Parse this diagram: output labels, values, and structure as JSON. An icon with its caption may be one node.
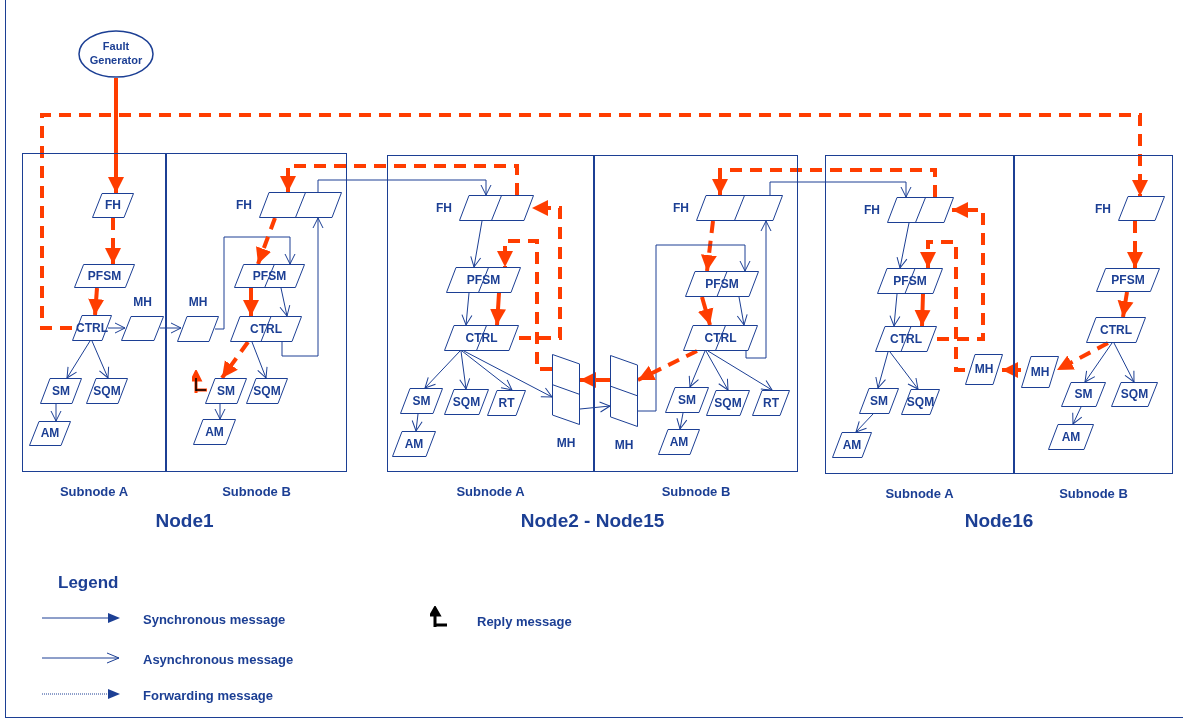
{
  "diagram": {
    "nodes": [
      {
        "text": [
          "Fault Generator"
        ]
      },
      {
        "text": [
          "Node1"
        ]
      },
      {
        "text": [
          "Subnode A"
        ],
        "in": 1
      },
      {
        "text": [
          "Subnode B"
        ],
        "in": 1
      },
      {
        "text": [
          "FH"
        ],
        "in": 2
      },
      {
        "text": [
          "PFSM"
        ],
        "in": 2
      },
      {
        "text": [
          "CTRL"
        ],
        "in": 2
      },
      {
        "text": [
          "MH"
        ],
        "in": 2
      },
      {
        "text": [
          "SM"
        ],
        "in": 2
      },
      {
        "text": [
          "SQM"
        ],
        "in": 2
      },
      {
        "text": [
          "AM"
        ],
        "in": 2
      },
      {
        "text": [
          "MH"
        ],
        "in": 3
      },
      {
        "text": [
          "FH"
        ],
        "in": 3
      },
      {
        "text": [
          "PFSM"
        ],
        "in": 3
      },
      {
        "text": [
          "CTRL"
        ],
        "in": 3
      },
      {
        "text": [
          "SM"
        ],
        "in": 3
      },
      {
        "text": [
          "SQM"
        ],
        "in": 3
      },
      {
        "text": [
          "AM"
        ],
        "in": 3
      },
      {
        "text": [
          "Node2 - Node15"
        ]
      },
      {
        "text": [
          "Subnode A"
        ],
        "in": 18
      },
      {
        "text": [
          "Subnode B"
        ],
        "in": 18
      },
      {
        "text": [
          "FH"
        ],
        "in": 19
      },
      {
        "text": [
          "PFSM"
        ],
        "in": 19
      },
      {
        "text": [
          "CTRL"
        ],
        "in": 19
      },
      {
        "text": [
          "SM"
        ],
        "in": 19
      },
      {
        "text": [
          "SQM"
        ],
        "in": 19
      },
      {
        "text": [
          "RT"
        ],
        "in": 19
      },
      {
        "text": [
          "AM"
        ],
        "in": 19
      },
      {
        "text": [
          "MH"
        ],
        "in": 19
      },
      {
        "text": [
          "FH"
        ],
        "in": 20
      },
      {
        "text": [
          "PFSM"
        ],
        "in": 20
      },
      {
        "text": [
          "CTRL"
        ],
        "in": 20
      },
      {
        "text": [
          "MH"
        ],
        "in": 20
      },
      {
        "text": [
          "SM"
        ],
        "in": 20
      },
      {
        "text": [
          "SQM"
        ],
        "in": 20
      },
      {
        "text": [
          "RT"
        ],
        "in": 20
      },
      {
        "text": [
          "AM"
        ],
        "in": 20
      },
      {
        "text": [
          "Node16"
        ]
      },
      {
        "text": [
          "Subnode A"
        ],
        "in": 37
      },
      {
        "text": [
          "Subnode B"
        ],
        "in": 37
      },
      {
        "text": [
          "FH"
        ],
        "in": 38
      },
      {
        "text": [
          "PFSM"
        ],
        "in": 38
      },
      {
        "text": [
          "CTRL"
        ],
        "in": 38
      },
      {
        "text": [
          "MH"
        ],
        "in": 38
      },
      {
        "text": [
          "SM"
        ],
        "in": 38
      },
      {
        "text": [
          "SQM"
        ],
        "in": 38
      },
      {
        "text": [
          "AM"
        ],
        "in": 38
      },
      {
        "text": [
          "FH"
        ],
        "in": 39
      },
      {
        "text": [
          "PFSM"
        ],
        "in": 39
      },
      {
        "text": [
          "CTRL"
        ],
        "in": 39
      },
      {
        "text": [
          "MH"
        ],
        "in": 39
      },
      {
        "text": [
          "SM"
        ],
        "in": 39
      },
      {
        "text": [
          "SQM"
        ],
        "in": 39
      },
      {
        "text": [
          "AM"
        ],
        "in": 39
      }
    ],
    "edges": [
      {
        "from": 0,
        "to": 4,
        "arrow": "to",
        "style": "thick",
        "color": "#ff3d00"
      },
      {
        "from": 4,
        "to": 5,
        "arrow": "to",
        "style": "dashed",
        "color": "#ff3d00"
      },
      {
        "from": 5,
        "to": 6,
        "arrow": "to",
        "style": "thick",
        "color": "#ff3d00"
      },
      {
        "from": 6,
        "to": 7,
        "arrow": "to"
      },
      {
        "from": 7,
        "to": 11,
        "arrow": "to"
      },
      {
        "from": 6,
        "to": 8,
        "arrow": "to"
      },
      {
        "from": 6,
        "to": 9,
        "arrow": "to"
      },
      {
        "from": 8,
        "to": 10,
        "arrow": "to"
      },
      {
        "from": 11,
        "to": 13,
        "arrow": "to"
      },
      {
        "from": 12,
        "to": 13,
        "arrow": "to",
        "style": "dashed",
        "color": "#ff3d00"
      },
      {
        "from": 13,
        "to": 14,
        "arrow": "to",
        "style": "dashed",
        "color": "#ff3d00"
      },
      {
        "from": 13,
        "to": 14,
        "arrow": "to"
      },
      {
        "from": 14,
        "to": 12,
        "arrow": "to"
      },
      {
        "from": 14,
        "to": 15,
        "arrow": "to",
        "style": "dashed",
        "color": "#ff3d00"
      },
      {
        "from": 14,
        "to": 16,
        "arrow": "to"
      },
      {
        "from": 15,
        "to": 17,
        "arrow": "to"
      },
      {
        "from": 6,
        "to": 47,
        "arrow": "to",
        "style": "dashed",
        "color": "#ff3d00"
      },
      {
        "from": 21,
        "to": 12,
        "arrow": "to",
        "style": "dashed",
        "color": "#ff3d00"
      },
      {
        "from": 12,
        "to": 21,
        "arrow": "to"
      },
      {
        "from": 21,
        "to": 22,
        "arrow": "to"
      },
      {
        "from": 22,
        "to": 23,
        "arrow": "to"
      },
      {
        "from": 22,
        "to": 23,
        "arrow": "to",
        "style": "thick",
        "color": "#ff3d00"
      },
      {
        "from": 23,
        "to": 21,
        "arrow": "to",
        "style": "dashed",
        "color": "#ff3d00"
      },
      {
        "from": 28,
        "to": 22,
        "arrow": "to",
        "style": "dashed",
        "color": "#ff3d00"
      },
      {
        "from": 23,
        "to": 24,
        "arrow": "to"
      },
      {
        "from": 23,
        "to": 25,
        "arrow": "to"
      },
      {
        "from": 23,
        "to": 26,
        "arrow": "to"
      },
      {
        "from": 23,
        "to": 28,
        "arrow": "to"
      },
      {
        "from": 24,
        "to": 27,
        "arrow": "to"
      },
      {
        "from": 28,
        "to": 32,
        "arrow": "to"
      },
      {
        "from": 32,
        "to": 28,
        "arrow": "to",
        "style": "thick",
        "color": "#ff3d00"
      },
      {
        "from": 40,
        "to": 29,
        "arrow": "to",
        "style": "dashed",
        "color": "#ff3d00"
      },
      {
        "from": 29,
        "to": 40,
        "arrow": "to"
      },
      {
        "from": 29,
        "to": 30,
        "arrow": "to",
        "style": "dashed",
        "color": "#ff3d00"
      },
      {
        "from": 32,
        "to": 30,
        "arrow": "to"
      },
      {
        "from": 30,
        "to": 31,
        "arrow": "to",
        "style": "thick",
        "color": "#ff3d00"
      },
      {
        "from": 30,
        "to": 31,
        "arrow": "to"
      },
      {
        "from": 31,
        "to": 29,
        "arrow": "to"
      },
      {
        "from": 31,
        "to": 32,
        "arrow": "to",
        "style": "dashed",
        "color": "#ff3d00"
      },
      {
        "from": 31,
        "to": 33,
        "arrow": "to"
      },
      {
        "from": 31,
        "to": 34,
        "arrow": "to"
      },
      {
        "from": 31,
        "to": 35,
        "arrow": "to"
      },
      {
        "from": 33,
        "to": 36,
        "arrow": "to"
      },
      {
        "from": 40,
        "to": 41,
        "arrow": "to"
      },
      {
        "from": 41,
        "to": 42,
        "arrow": "to"
      },
      {
        "from": 41,
        "to": 42,
        "arrow": "to",
        "style": "thick",
        "color": "#ff3d00"
      },
      {
        "from": 42,
        "to": 40,
        "arrow": "to",
        "style": "dashed",
        "color": "#ff3d00"
      },
      {
        "from": 43,
        "to": 41,
        "arrow": "to",
        "style": "dashed",
        "color": "#ff3d00"
      },
      {
        "from": 42,
        "to": 44,
        "arrow": "to"
      },
      {
        "from": 42,
        "to": 45,
        "arrow": "to"
      },
      {
        "from": 44,
        "to": 46,
        "arrow": "to"
      },
      {
        "from": 47,
        "to": 48,
        "arrow": "to",
        "style": "dashed",
        "color": "#ff3d00"
      },
      {
        "from": 48,
        "to": 49,
        "arrow": "to",
        "style": "thick",
        "color": "#ff3d00"
      },
      {
        "from": 49,
        "to": 50,
        "arrow": "to",
        "style": "dashed",
        "color": "#ff3d00"
      },
      {
        "from": 50,
        "to": 43,
        "arrow": "to",
        "style": "thick",
        "color": "#ff3d00"
      },
      {
        "from": 49,
        "to": 51,
        "arrow": "to"
      },
      {
        "from": 49,
        "to": 52,
        "arrow": "to"
      },
      {
        "from": 51,
        "to": 53,
        "arrow": "to"
      }
    ],
    "labels": [
      "Legend"
    ],
    "legend": [
      {
        "text": "Synchronous message"
      },
      {
        "text": "Asynchronous message"
      },
      {
        "text": "Forwarding message"
      },
      {
        "text": "Reply message"
      }
    ]
  }
}
